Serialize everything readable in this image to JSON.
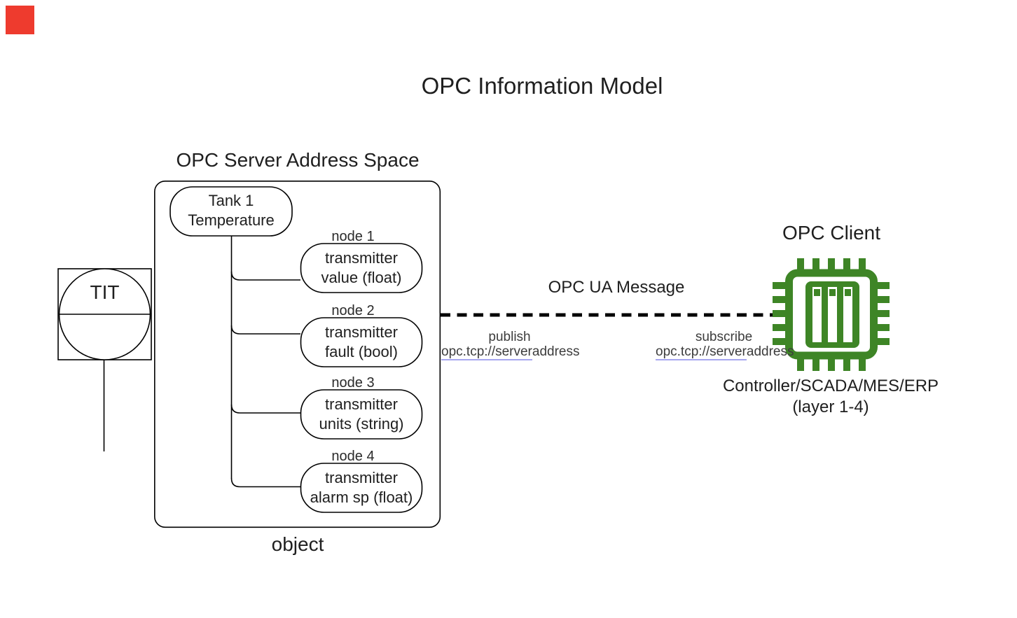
{
  "colors": {
    "chip_green": "#3e8526",
    "marker_red": "#ee3b2e",
    "diagram_stroke": "#000000",
    "text_primary": "#1f1f1f",
    "text_secondary": "#3c3c3c",
    "link_underline": "#a6a6f0"
  },
  "title": "OPC Information Model",
  "server": {
    "label": "OPC Server Address Space",
    "object_label": "object",
    "root_node": {
      "line1": "Tank 1",
      "line2": "Temperature"
    },
    "nodes": [
      {
        "id": "node 1",
        "line1": "transmitter",
        "line2": "value (float)"
      },
      {
        "id": "node 2",
        "line1": "transmitter",
        "line2": "fault (bool)"
      },
      {
        "id": "node 3",
        "line1": "transmitter",
        "line2": "units (string)"
      },
      {
        "id": "node 4",
        "line1": "transmitter",
        "line2": "alarm sp (float)"
      }
    ]
  },
  "instrument": {
    "tag": "TIT"
  },
  "message": {
    "label": "OPC UA Message",
    "publish": {
      "action": "publish",
      "address_underlined": "opc.tcp://server",
      "address_rest": "address"
    },
    "subscribe": {
      "action": "subscribe",
      "address_underlined": "opc.tcp://server",
      "address_rest": "address"
    }
  },
  "client": {
    "label": "OPC Client",
    "caption_line1": "Controller/SCADA/MES/ERP",
    "caption_line2": "(layer 1-4)"
  }
}
